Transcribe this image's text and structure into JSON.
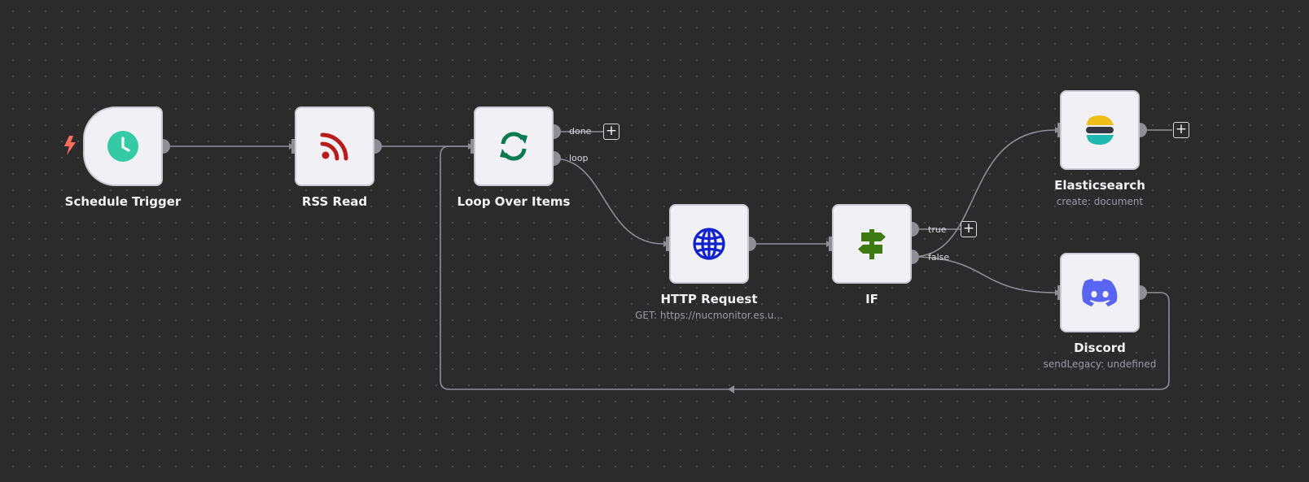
{
  "nodes": {
    "schedule": {
      "label": "Schedule Trigger",
      "icon": "clock-icon",
      "color": "#35c9a4"
    },
    "rss": {
      "label": "RSS Read",
      "icon": "rss-icon",
      "color": "#b71c1c"
    },
    "loop": {
      "label": "Loop Over Items",
      "icon": "sync-icon",
      "color": "#0c7a4f"
    },
    "http": {
      "label": "HTTP Request",
      "subtitle": "GET: https://nucmonitor.es.u...",
      "icon": "globe-icon",
      "color": "#1122cc"
    },
    "if": {
      "label": "IF",
      "icon": "signpost-icon",
      "color": "#3d7a12"
    },
    "elastic": {
      "label": "Elasticsearch",
      "subtitle": "create: document",
      "icon": "elasticsearch-icon"
    },
    "discord": {
      "label": "Discord",
      "subtitle": "sendLegacy: undefined",
      "icon": "discord-icon",
      "color": "#5865f2"
    }
  },
  "handles": {
    "loop_done": "done",
    "loop_loop": "loop",
    "if_true": "true",
    "if_false": "false"
  },
  "add_button": "+",
  "colors": {
    "canvas": "#2b2b2c",
    "edge": "#8e8e94",
    "trigger_bolt": "#ff6d5a"
  }
}
